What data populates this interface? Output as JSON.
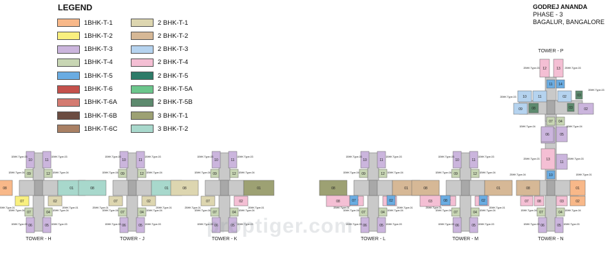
{
  "legend": {
    "title": "LEGEND",
    "items": [
      {
        "label": "1BHK-T-1",
        "color": "#f8b889"
      },
      {
        "label": "1BHK-T-2",
        "color": "#f9f07f"
      },
      {
        "label": "1BHK-T-3",
        "color": "#cbb5dd"
      },
      {
        "label": "1BHK-T-4",
        "color": "#c8d6b4"
      },
      {
        "label": "1BHK-T-5",
        "color": "#6aace2"
      },
      {
        "label": "1BHK-T-6",
        "color": "#c4514c"
      },
      {
        "label": "1BHK-T-6A",
        "color": "#d47b71"
      },
      {
        "label": "1BHK-T-6B",
        "color": "#6b4c41"
      },
      {
        "label": "1BHK-T-6C",
        "color": "#a98064"
      },
      {
        "label": "2 BHK-T-1",
        "color": "#ddd6b0"
      },
      {
        "label": "2 BHK-T-2",
        "color": "#d6b896"
      },
      {
        "label": "2 BHK-T-3",
        "color": "#b5d3ef"
      },
      {
        "label": "2 BHK-T-4",
        "color": "#f4bfd4"
      },
      {
        "label": "2 BHK-T-5",
        "color": "#2d7b68"
      },
      {
        "label": "2 BHK-T-5A",
        "color": "#6cc68c"
      },
      {
        "label": "2 BHK-T-5B",
        "color": "#5d8a6e"
      },
      {
        "label": "3 BHK-T-1",
        "color": "#9da173"
      },
      {
        "label": "3 BHK-T-2",
        "color": "#a8d8cc"
      }
    ]
  },
  "project": {
    "name": "GODREJ ANANDA",
    "phase": "PHASE - 3",
    "location": "BAGALUR, BANGALORE"
  },
  "towers": [
    "TOWER - H",
    "TOWER - J",
    "TOWER - K",
    "TOWER - L",
    "TOWER - M",
    "TOWER - N",
    "TOWER - P"
  ],
  "unit_numbers": [
    "01",
    "02",
    "03",
    "04",
    "05",
    "06",
    "07",
    "08",
    "09",
    "10",
    "11",
    "12",
    "13",
    "14"
  ],
  "type_tags": [
    "1BHK Type-01",
    "1BHK Type-02",
    "1BHK Type-03",
    "1BHK Type-04",
    "1BHK Type-05",
    "2BHK Type-01",
    "2BHK Type-02",
    "2BHK Type-03",
    "2BHK Type-04",
    "2BHK Type-05",
    "3BHK Type-01",
    "3BHK Type-02"
  ],
  "watermark": "proptiger.com",
  "colors": {
    "core": "#a8a8a8",
    "corridor": "#c9c9c9",
    "outline": "#666666"
  }
}
